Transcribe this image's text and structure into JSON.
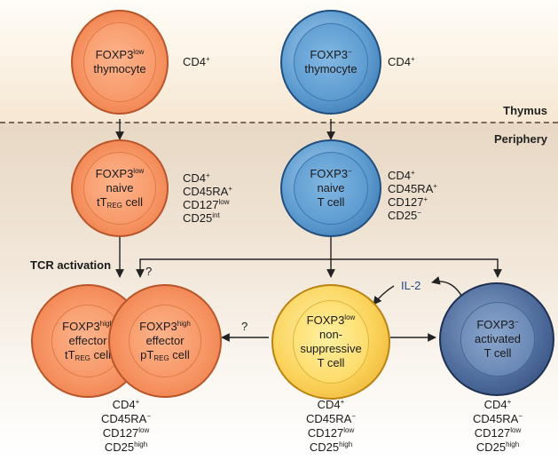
{
  "regions": {
    "thymus": "Thymus",
    "periphery": "Periphery"
  },
  "cells": {
    "foxp3low_thymocyte": {
      "line1_main": "FOXP3",
      "line1_sup": "low",
      "line2": "thymocyte",
      "marker": "CD4",
      "marker_sup": "+"
    },
    "foxp3neg_thymocyte": {
      "line1_main": "FOXP3",
      "line1_sup": "−",
      "line2": "thymocyte",
      "marker": "CD4",
      "marker_sup": "+"
    },
    "foxp3low_naive_treg": {
      "line1_main": "FOXP3",
      "line1_sup": "low",
      "line2": "naive",
      "line3_pre": "tT",
      "line3_sub": "REG",
      "line3_post": " cell",
      "markers": [
        {
          "main": "CD4",
          "sup": "+"
        },
        {
          "main": "CD45RA",
          "sup": "+"
        },
        {
          "main": "CD127",
          "sup": "low"
        },
        {
          "main": "CD25",
          "sup": "int"
        }
      ]
    },
    "foxp3neg_naive_t": {
      "line1_main": "FOXP3",
      "line1_sup": "−",
      "line2": "naive",
      "line3": "T cell",
      "markers": [
        {
          "main": "CD4",
          "sup": "+"
        },
        {
          "main": "CD45RA",
          "sup": "+"
        },
        {
          "main": "CD127",
          "sup": "+"
        },
        {
          "main": "CD25",
          "sup": "−"
        }
      ]
    },
    "effector_ttreg": {
      "line1_main": "FOXP3",
      "line1_sup": "high",
      "line2": "effector",
      "line3_pre": "tT",
      "line3_sub": "REG",
      "line3_post": " cell"
    },
    "effector_ptreg": {
      "line1_main": "FOXP3",
      "line1_sup": "high",
      "line2": "effector",
      "line3_pre": "pT",
      "line3_sub": "REG",
      "line3_post": " cell"
    },
    "nonsuppressive": {
      "line1_main": "FOXP3",
      "line1_sup": "low",
      "line2": "non-",
      "line3": "suppressive",
      "line4": "T cell"
    },
    "activated": {
      "line1_main": "FOXP3",
      "line1_sup": "−",
      "line2": "activated",
      "line3": "T cell"
    }
  },
  "bottom_markers": {
    "effector": [
      {
        "main": "CD4",
        "sup": "+"
      },
      {
        "main": "CD45RA",
        "sup": "−"
      },
      {
        "main": "CD127",
        "sup": "low"
      },
      {
        "main": "CD25",
        "sup": "high"
      }
    ],
    "nonsuppressive": [
      {
        "main": "CD4",
        "sup": "+"
      },
      {
        "main": "CD45RA",
        "sup": "−"
      },
      {
        "main": "CD127",
        "sup": "low"
      },
      {
        "main": "CD25",
        "sup": "high"
      }
    ],
    "activated": [
      {
        "main": "CD4",
        "sup": "+"
      },
      {
        "main": "CD45RA",
        "sup": "−"
      },
      {
        "main": "CD127",
        "sup": "low"
      },
      {
        "main": "CD25",
        "sup": "high"
      }
    ]
  },
  "labels": {
    "tcr_activation": "TCR activation",
    "question_top": "?",
    "question_mid": "?",
    "il2": "IL-2"
  },
  "colors": {
    "orange_cell": "#f79564",
    "blue_cell": "#5d9bd0",
    "yellow_cell": "#fbd35a",
    "navy_cell": "#4f6d9d",
    "il2_text": "#1f4a8a"
  }
}
